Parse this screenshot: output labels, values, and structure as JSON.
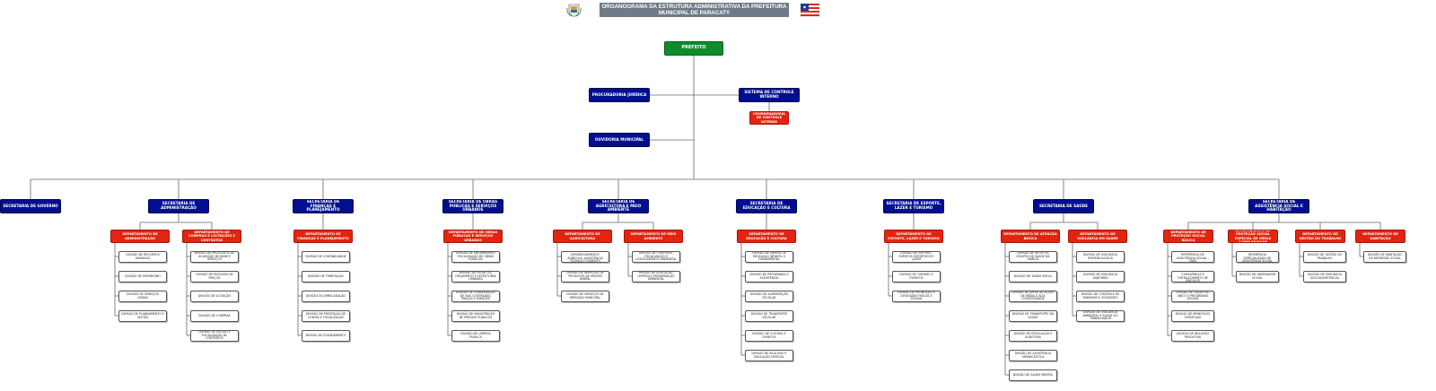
{
  "title": {
    "line1": "ORGANOGRAMA DA ESTRUTURA ADMINISTRATIVA DA PREFEITURA",
    "line2": "MUNICIPAL DE PARACATY"
  },
  "header_icons": [
    "municipal-crest-icon",
    "state-flag-icon"
  ],
  "colors": {
    "top": "#0f8c2a",
    "secretariat": "#000f8f",
    "department": "#e42410",
    "division": "#ffffff",
    "title_bar": "#6e7a88"
  },
  "top": {
    "label": "PREFEITO"
  },
  "staff_left": [
    {
      "label": "PROCURADORIA JURÍDICA"
    },
    {
      "label": "OUVIDORIA MUNICIPAL"
    }
  ],
  "staff_right": {
    "label": "SISTEMA DE CONTROLE INTERNO",
    "sub": {
      "label": "COORDENADORIA DE CONTROLE INTERNO"
    }
  },
  "secretariats": [
    {
      "label": "SECRETARIA DE GOVERNO",
      "departments": []
    },
    {
      "label": "SECRETARIA DE ADMINISTRAÇÃO",
      "departments": [
        {
          "label": "DEPARTAMENTO DE ADMINISTRAÇÃO",
          "divisions": [
            "DIVISÃO DE RECURSOS HUMANOS",
            "DIVISÃO DE PATRIMÔNIO",
            "DIVISÃO DE SERVIÇOS GERAIS",
            "DIVISÃO DE PLANEJAMENTO E GESTÃO"
          ]
        },
        {
          "label": "DEPARTAMENTO DE COMPRAS E LICITAÇÕES E CONTRATOS",
          "divisions": [
            "DIVISÃO DE PROCESSOS DE AQUISIÇÃO DE BENS E SERVIÇOS",
            "DIVISÃO DE PESQUISA DE PREÇOS",
            "DIVISÃO DE LICITAÇÃO",
            "DIVISÃO DE COMPRAS",
            "DIVISÃO DE GESTÃO E FISCALIZAÇÃO DE CONTRATOS"
          ]
        }
      ]
    },
    {
      "label": "SECRETARIA DE FINANÇAS E PLANEJAMENTO",
      "departments": [
        {
          "label": "DEPARTAMENTO DE FINANÇAS E PLANEJAMENTO",
          "divisions": [
            "DIVISÃO DE CONTABILIDADE",
            "DIVISÃO DE TRIBUTAÇÃO",
            "DIVISÃO DE ARRECADAÇÃO",
            "DIVISÃO DE PRESTAÇÃO DE CONTAS E FISCALIZAÇÃO",
            "DIVISÃO DE PLANEJAMENTO"
          ]
        }
      ]
    },
    {
      "label": "SECRETARIA DE OBRAS PÚBLICAS E SERVIÇOS URBANOS",
      "departments": [
        {
          "label": "DEPARTAMENTO DE OBRAS PÚBLICAS E SERVIÇOS URBANOS",
          "divisions": [
            "DIVISÃO DE ENGENHARIA E FISCALIZAÇÃO DE OBRAS PÚBLICAS",
            "DIVISÃO DE PROJETOS, ORÇAMENTO E ESTRUTURAS URBANAS",
            "DIVISÃO DE CONSERVAÇÃO DE VIAS E ESTRADAS, PRAÇAS E PARQUES",
            "DIVISÃO DE MANUTENÇÃO DE PRÉDIOS PÚBLICOS",
            "DIVISÃO DE LIMPEZA PÚBLICA"
          ]
        }
      ]
    },
    {
      "label": "SECRETARIA DE AGRICULTURA E MEIO AMBIENTE",
      "departments": [
        {
          "label": "DEPARTAMENTO DE AGRICULTURA",
          "divisions": [
            "DIVISÃO DE DESENVOLVIMENTO AGRÍCOLA, ASSISTÊNCIA TÉCNICA E FOMENTO",
            "DIVISÃO DE INSPEÇÃO DE PRODUTOS DE ORIGEM ANIMAL",
            "DIVISÃO DE SERVIÇOS DE MERCADO MUNICIPAL"
          ]
        },
        {
          "label": "DEPARTAMENTO DE MEIO AMBIENTE",
          "divisions": [
            "DIVISÃO DE CONTROLE, FISCALIZAÇÃO E LICENCIAMENTO AMBIENTAL",
            "DIVISÃO DE EDUCAÇÃO, LIMPEZA E PRESERVAÇÃO AMBIENTAL"
          ]
        }
      ]
    },
    {
      "label": "SECRETARIA DE EDUCAÇÃO E CULTURA",
      "departments": [
        {
          "label": "DEPARTAMENTO DE EDUCAÇÃO E CULTURA",
          "divisions": [
            "DIVISÃO DE ENSINO DE EDUCAÇÃO INFANTIL E FUNDAMENTAL",
            "DIVISÃO DE PROGRAMAS E ASSISTÊNCIA",
            "DIVISÃO DE ALIMENTAÇÃO ESCOLAR",
            "DIVISÃO DE TRANSPORTE ESCOLAR",
            "DIVISÃO DE CULTURA E EVENTOS",
            "DIVISÃO DE INCLUSÃO E EDUCAÇÃO ESPECIAL"
          ]
        }
      ]
    },
    {
      "label": "SECRETARIA DE ESPORTE, LAZER E TURISMO",
      "departments": [
        {
          "label": "DEPARTAMENTO DE ESPORTE, LAZER E TURISMO",
          "divisions": [
            "DIVISÃO DE ESPORTE, EVENTOS ESPORTIVOS E LAZER",
            "DIVISÃO DE TURISMO E EVENTOS",
            "DIVISÃO DE PROMOÇÃO E ATIVIDADES FÍSICAS E SOCIAIS"
          ]
        }
      ]
    },
    {
      "label": "SECRETARIA DE SAÚDE",
      "departments": [
        {
          "label": "DEPARTAMENTO DE ATENÇÃO BÁSICA",
          "divisions": [
            "DIVISÃO DE APOIO ÀS EQUIPES DE SAÚDE DA FAMÍLIA",
            "DIVISÃO DE SAÚDE BUCAL",
            "DIVISÃO DE APOIO ÀS AÇÕES DE MÉDIA E ALTA COMPLEXIDADE",
            "DIVISÃO DE TRANSPORTE DA SAÚDE",
            "DIVISÃO DE REGULAÇÃO E AUDITORIA",
            "DIVISÃO DE ASSISTÊNCIA FARMACÊUTICA",
            "DIVISÃO DE SAÚDE MENTAL"
          ]
        },
        {
          "label": "DEPARTAMENTO DE VIGILÂNCIA EM SAÚDE",
          "divisions": [
            "DIVISÃO DE VIGILÂNCIA EPIDEMIOLÓGICA",
            "DIVISÃO DE VIGILÂNCIA SANITÁRIA",
            "DIVISÃO DE CONTROLE DE ENDEMIAS E ZOONOSES",
            "DIVISÃO DE VIGILÂNCIA AMBIENTAL E SAÚDE DO TRABALHADOR"
          ]
        }
      ]
    },
    {
      "label": "SECRETARIA DE ASSISTÊNCIA SOCIAL E HABITAÇÃO",
      "departments": [
        {
          "label": "DEPARTAMENTO DE PROTEÇÃO SOCIAL BÁSICA",
          "divisions": [
            "DIVISÃO DE CENTRO DE REFERÊNCIA DE ASSISTÊNCIA SOCIAL - CRAS",
            "DIVISÃO DE SERVIÇO DE CONVIVÊNCIA E FORTALECIMENTO DE VÍNCULOS",
            "DIVISÃO DE CADASTRO ÚNICO E PROGRAMAS SOCIAIS",
            "DIVISÃO DE BENEFÍCIOS EVENTUAIS",
            "DIVISÃO DE INCLUSÃO PRODUTIVA"
          ]
        },
        {
          "label": "DEPARTAMENTO DE PROTEÇÃO SOCIAL ESPECIAL DE MÉDIA COMPLEXIDADE",
          "divisions": [
            "DIVISÃO DE CENTRO DE REFERÊNCIA ESPECIALIZADO DE ASSISTÊNCIA SOCIAL",
            "DIVISÃO DE ABORDAGEM SOCIAL"
          ]
        },
        {
          "label": "DEPARTAMENTO DE GESTÃO DO TRABALHO",
          "divisions": [
            "DIVISÃO DE GESTÃO DO TRABALHO",
            "DIVISÃO DE VIGILÂNCIA SOCIOASSISTENCIAL"
          ]
        },
        {
          "label": "DEPARTAMENTO DE HABITAÇÃO",
          "divisions": [
            "DIVISÃO DE HABITAÇÃO DE INTERESSE SOCIAL"
          ]
        }
      ]
    }
  ]
}
